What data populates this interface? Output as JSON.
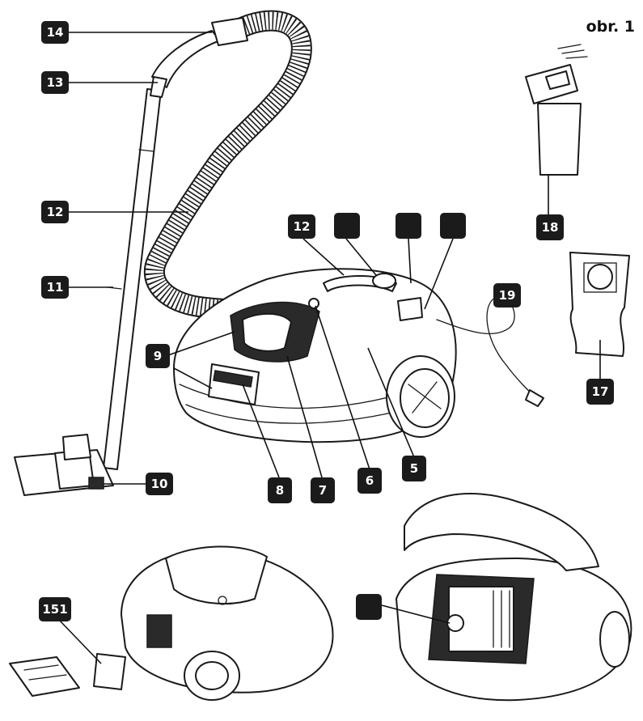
{
  "figure": {
    "title": "obr. 1"
  },
  "labels": [
    {
      "id": "14",
      "text": "14"
    },
    {
      "id": "13",
      "text": "13"
    },
    {
      "id": "12a",
      "text": "12"
    },
    {
      "id": "11",
      "text": "11"
    },
    {
      "id": "10",
      "text": "10"
    },
    {
      "id": "9",
      "text": "9"
    },
    {
      "id": "8",
      "text": "8"
    },
    {
      "id": "7",
      "text": "7"
    },
    {
      "id": "6",
      "text": "6"
    },
    {
      "id": "5",
      "text": "5"
    },
    {
      "id": "12b",
      "text": "12"
    },
    {
      "id": "b1",
      "text": ""
    },
    {
      "id": "b2",
      "text": ""
    },
    {
      "id": "b3",
      "text": ""
    },
    {
      "id": "19",
      "text": "19"
    },
    {
      "id": "18",
      "text": "18"
    },
    {
      "id": "17",
      "text": "17"
    },
    {
      "id": "151",
      "text": "151"
    },
    {
      "id": "b4",
      "text": ""
    }
  ]
}
